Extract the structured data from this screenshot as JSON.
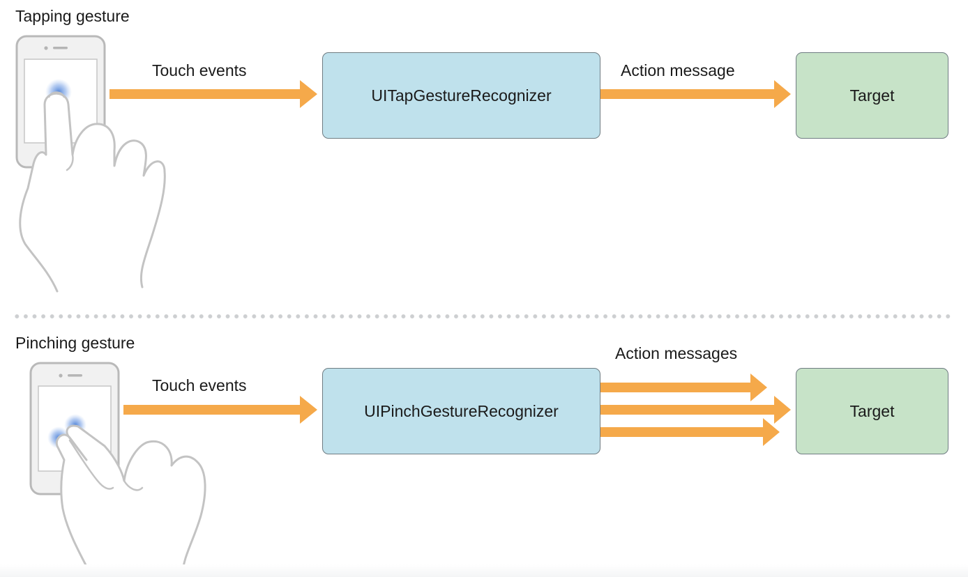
{
  "tapping": {
    "title": "Tapping gesture",
    "touch_label": "Touch events",
    "recognizer": "UITapGestureRecognizer",
    "action_label": "Action message",
    "target": "Target"
  },
  "pinching": {
    "title": "Pinching gesture",
    "touch_label": "Touch events",
    "recognizer": "UIPinchGestureRecognizer",
    "action_label": "Action messages",
    "target": "Target"
  },
  "colors": {
    "arrow": "#f5a94a",
    "recognizer_fill": "#bfe1ec",
    "target_fill": "#c7e3c8",
    "box_stroke": "#6f7c82",
    "touch_glow": "#4a7fd6"
  }
}
